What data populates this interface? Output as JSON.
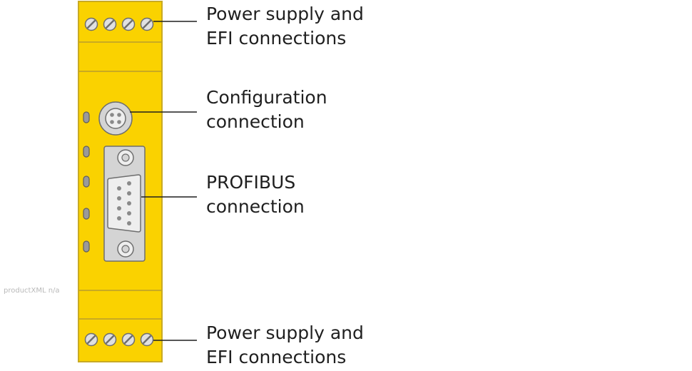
{
  "colors": {
    "housing": "#fad200",
    "housing_edge": "#c9aa22",
    "port_gray": "#d4d4d4",
    "led_gray": "#9a9a9a",
    "line": "#1f1f1f"
  },
  "callouts": {
    "top_power": {
      "line1": "Power supply and",
      "line2": "EFI connections"
    },
    "configuration": {
      "line1": "Configuration",
      "line2": "connection"
    },
    "profibus": {
      "line1": "PROFIBUS",
      "line2": "connection"
    },
    "bottom_power": {
      "line1": "Power supply and",
      "line2": "EFI connections"
    }
  },
  "watermark": "productXML n/a"
}
